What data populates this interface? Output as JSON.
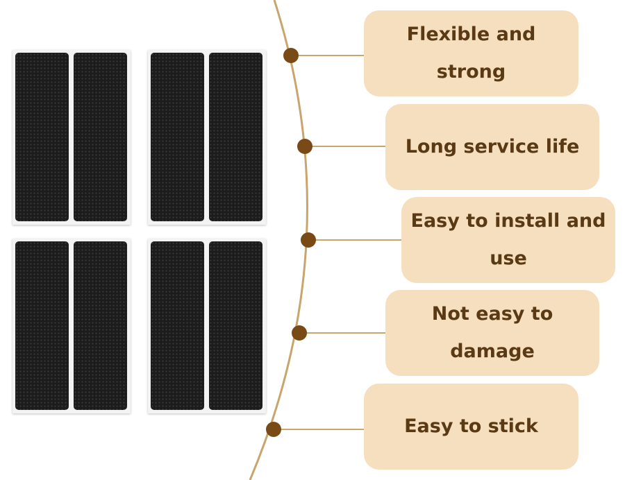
{
  "colors": {
    "box_fill": "#f6dfbe",
    "box_text": "#5a3a14",
    "dot": "#7a4a16",
    "curve": "#c8a56c",
    "pad": "#1c1c1c"
  },
  "product_image": {
    "sheets": 4,
    "pads_per_sheet": 2
  },
  "features": [
    {
      "label": "Flexible and strong",
      "icon": "bullet-dot"
    },
    {
      "label": "Long service life",
      "icon": "bullet-dot"
    },
    {
      "label": "Easy to install and use",
      "icon": "bullet-dot"
    },
    {
      "label": "Not easy to damage",
      "icon": "bullet-dot"
    },
    {
      "label": "Easy to stick",
      "icon": "bullet-dot"
    }
  ]
}
